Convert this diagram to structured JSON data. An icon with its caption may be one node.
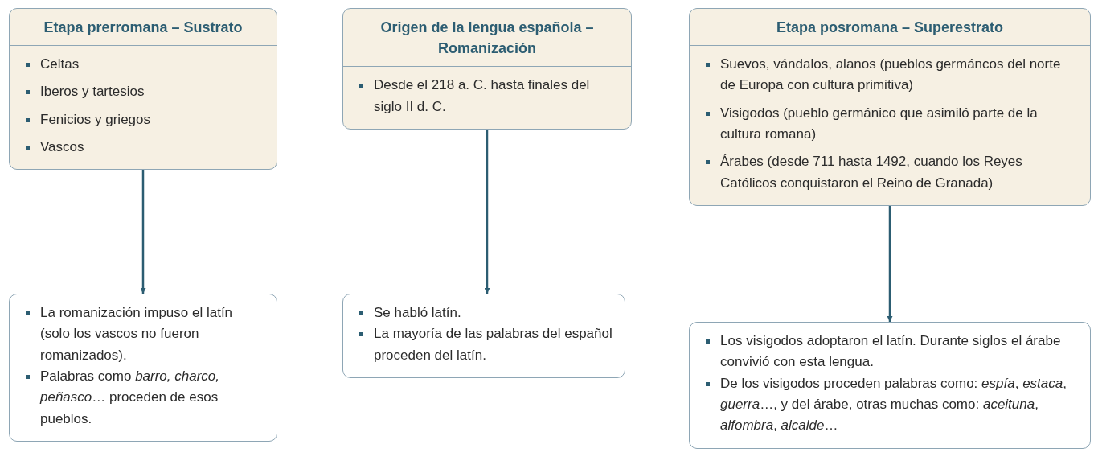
{
  "diagram": {
    "nodes": [
      {
        "text": [
          "Etapa prerromana – Sustrato",
          "Celtas",
          "Iberos y tartesios",
          "Fenicios y griegos",
          "Vascos"
        ]
      },
      {
        "text": [
          "Origen de la lengua española – Romanización",
          "Desde el 218 a. C. hasta finales del siglo II d. C."
        ]
      },
      {
        "text": [
          "Etapa posromana – Superestrato",
          "Suevos, vándalos, alanos (pueblos germáncos del norte de Europa con cultura primitiva)",
          "Visigodos (pueblo germánico que asimiló parte de la cultura romana)",
          "Árabes (desde 711 hasta 1492, cuando los Reyes Católicos conquistaron el Reino de Granada)"
        ]
      },
      {
        "text": [
          "La romanización impuso el latín (solo los vascos no fueron romanizados).",
          "Palabras como *barro, charco, peñasco*… proceden de esos pueblos."
        ]
      },
      {
        "text": [
          "Se habló latín.",
          "La mayoría de las palabras del español proceden del latín."
        ]
      },
      {
        "text": [
          "Los visigodos adoptaron el latín. Durante siglos el árabe convivió con esta lengua.",
          "De los visigodos proceden palabras como: *espía*, *estaca*, *guerra*…, y del árabe, otras muchas como: *aceituna*, *alfombra*, *alcalde*…"
        ]
      }
    ],
    "edges": [
      {
        "from": 0,
        "to": 3,
        "arrow": "to"
      },
      {
        "from": 1,
        "to": 4,
        "arrow": "to"
      },
      {
        "from": 2,
        "to": 5,
        "arrow": "to"
      }
    ]
  }
}
